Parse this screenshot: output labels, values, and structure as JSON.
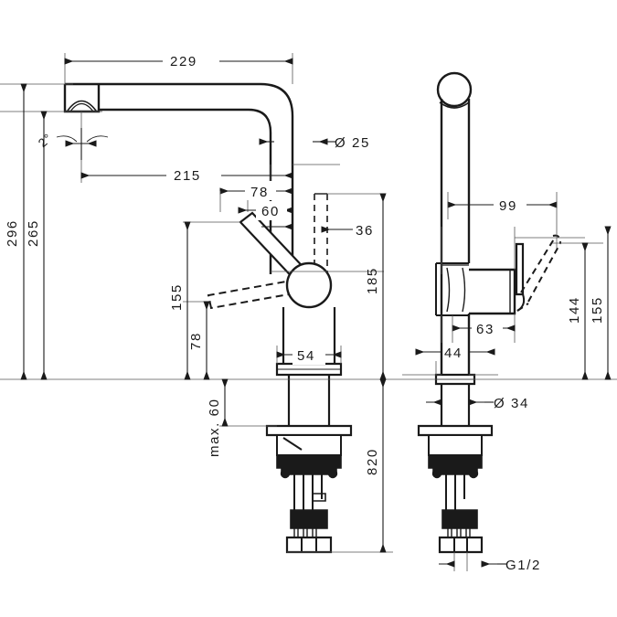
{
  "drawing": {
    "title": "Kitchen mixer tap technical dimension drawing",
    "units": "mm",
    "line_color": "#1a1a1a",
    "fill_color": "#ffffff",
    "background": "#ffffff",
    "views": [
      {
        "name": "front-view",
        "label": ""
      },
      {
        "name": "side-view",
        "label": ""
      }
    ],
    "dimensions": {
      "spout_reach_total": "229",
      "spout_reach_inner": "215",
      "height_total": "296",
      "height_spout_underside": "265",
      "spout_tube_diameter": "Ø 25",
      "handle_offset_78": "78",
      "handle_offset_60": "60",
      "body_depth_36": "36",
      "handle_height_155": "155",
      "handle_height_78": "78",
      "body_height_185": "185",
      "body_width_54": "54",
      "max_counter_thickness": "max. 60",
      "supply_length_820": "820",
      "side_reach_99": "99",
      "side_handle_144": "144",
      "side_handle_155": "155",
      "side_body_63": "63",
      "side_body_44": "44",
      "shank_diameter": "Ø 34",
      "thread_size": "G1/2",
      "spout_angle": "2°"
    }
  },
  "chart_data": {
    "type": "table",
    "title": "Kitchen mixer tap dimensions",
    "categories": [
      "229",
      "215",
      "296",
      "265",
      "Ø 25",
      "78",
      "60",
      "36",
      "155",
      "78",
      "185",
      "54",
      "max. 60",
      "820",
      "99",
      "144",
      "155",
      "63",
      "44",
      "Ø 34",
      "G1/2",
      "2°"
    ],
    "values": [
      229,
      215,
      296,
      265,
      25,
      78,
      60,
      36,
      155,
      78,
      185,
      54,
      60,
      820,
      99,
      144,
      155,
      63,
      44,
      34,
      0.5,
      2
    ]
  }
}
